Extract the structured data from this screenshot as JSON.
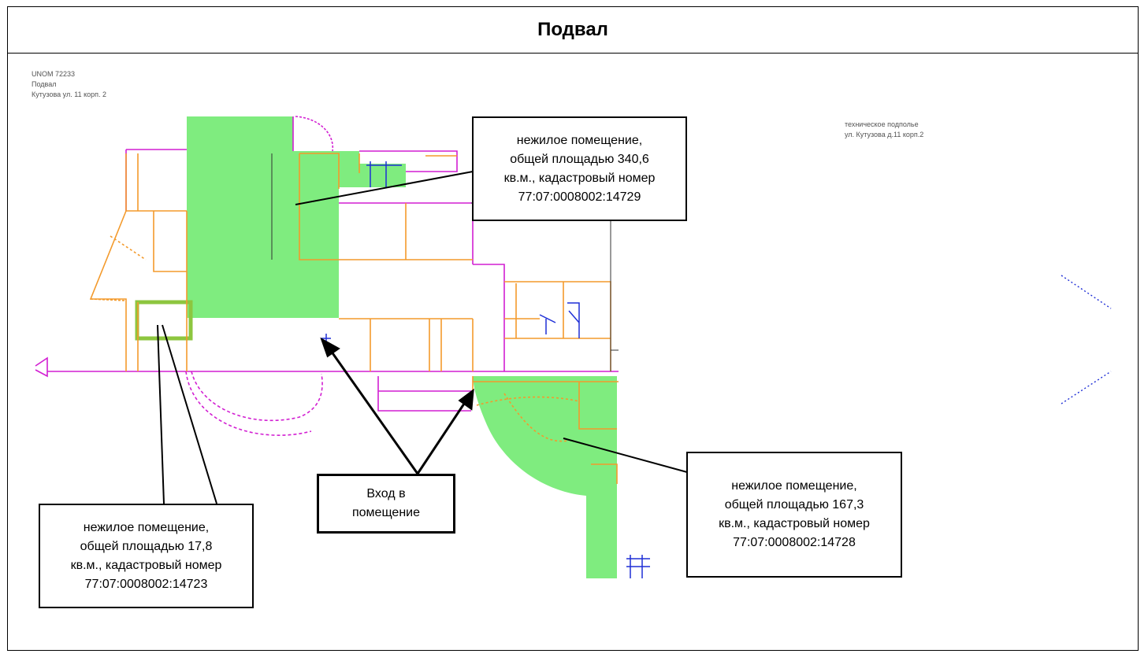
{
  "title": "Подвал",
  "stamp": {
    "line1": "UNOM 72233",
    "line2": "Подвал",
    "line3": "Кутузова ул. 11 корп. 2"
  },
  "address_label": {
    "line1": "техническое подполье",
    "line2": "ул. Кутузова д.11 корп.2"
  },
  "callouts": {
    "top": {
      "line1": "нежилое помещение,",
      "line2": "общей площадью 340,6",
      "line3": "кв.м., кадастровый номер",
      "line4": "77:07:0008002:14729"
    },
    "left": {
      "line1": "нежилое помещение,",
      "line2": "общей площадью 17,8",
      "line3": "кв.м., кадастровый номер",
      "line4": "77:07:0008002:14723"
    },
    "right": {
      "line1": "нежилое помещение,",
      "line2": "общей площадью 167,3",
      "line3": "кв.м., кадастровый номер",
      "line4": "77:07:0008002:14728"
    },
    "entrance": {
      "line1": "Вход в",
      "line2": "помещение"
    }
  },
  "colors": {
    "highlight_fill": "#7fec7f",
    "highlight_border": "#8dc63f",
    "wall_orange": "#f39a2c",
    "wall_magenta": "#d21fd2",
    "accent_blue": "#1f2fd6"
  }
}
